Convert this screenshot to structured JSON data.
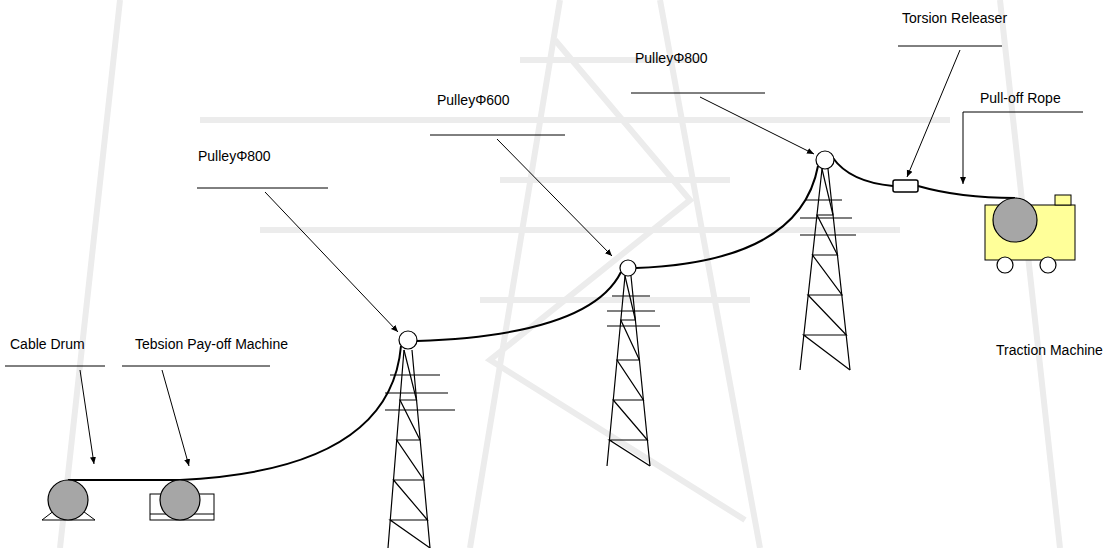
{
  "diagram": {
    "labels": [
      "Cable Drum",
      "Tebsion Pay-off Machine",
      "PulleyΦ800",
      "PulleyΦ600",
      "PulleyΦ800",
      "Torsion Releaser",
      "Pull-off Rope",
      "Traction Machine"
    ]
  }
}
